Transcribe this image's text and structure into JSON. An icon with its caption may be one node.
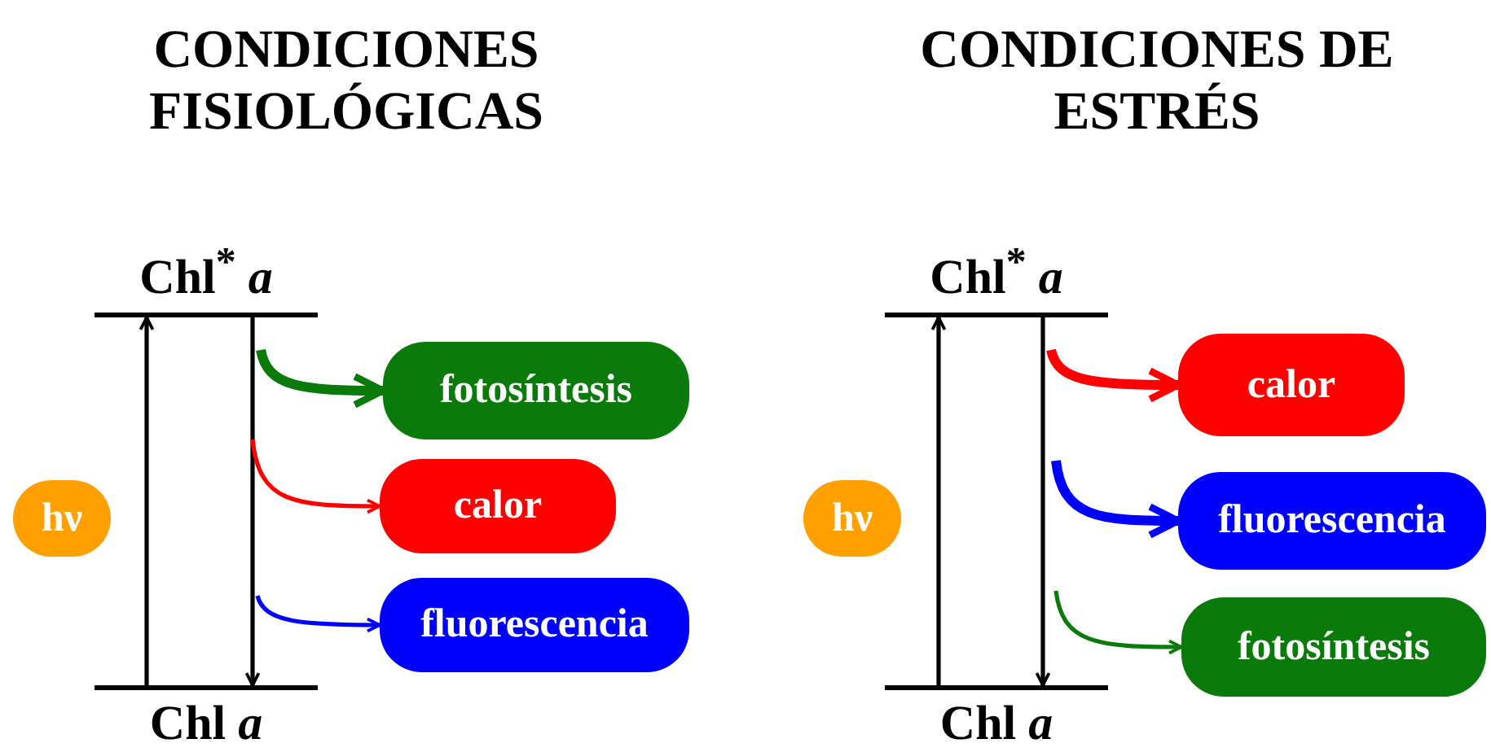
{
  "diagram": {
    "nodes": [
      {
        "text": [
          "Chl$^{*}$ *a*"
        ]
      },
      {
        "text": [
          "Chl *a*"
        ]
      },
      {
        "text": [
          "hν"
        ]
      },
      {
        "text": [
          "fotosíntesis"
        ]
      },
      {
        "text": [
          "calor"
        ]
      },
      {
        "text": [
          "fluorescencia"
        ]
      },
      {
        "text": [
          "Chl$^{*}$ *a*"
        ]
      },
      {
        "text": [
          "Chl *a*"
        ]
      },
      {
        "text": [
          "hν"
        ]
      },
      {
        "text": [
          "calor"
        ]
      },
      {
        "text": [
          "fluorescencia"
        ]
      },
      {
        "text": [
          "fotosíntesis"
        ]
      }
    ],
    "edges": [
      {
        "from": 1,
        "to": 0,
        "arrow": "to"
      },
      {
        "from": 0,
        "to": 1,
        "arrow": "to"
      },
      {
        "from": null,
        "to": 3,
        "arrow": "to",
        "style": "thick",
        "color": "#0a7a0a"
      },
      {
        "from": null,
        "to": 4,
        "arrow": "to",
        "color": "#ff0000"
      },
      {
        "from": null,
        "to": 5,
        "arrow": "to",
        "color": "#0000ff"
      },
      {
        "from": 7,
        "to": 6,
        "arrow": "to"
      },
      {
        "from": 6,
        "to": 7,
        "arrow": "to"
      },
      {
        "from": null,
        "to": 9,
        "arrow": "to",
        "style": "thick",
        "color": "#ff0000"
      },
      {
        "from": null,
        "to": 10,
        "arrow": "to",
        "style": "thick",
        "color": "#0000ff"
      },
      {
        "from": null,
        "to": 11,
        "arrow": "to",
        "color": "#0a7a0a"
      }
    ],
    "labels": [
      "CONDICIONES FISIOLÓGICAS",
      "CONDICIONES DE ESTRÉS"
    ]
  }
}
